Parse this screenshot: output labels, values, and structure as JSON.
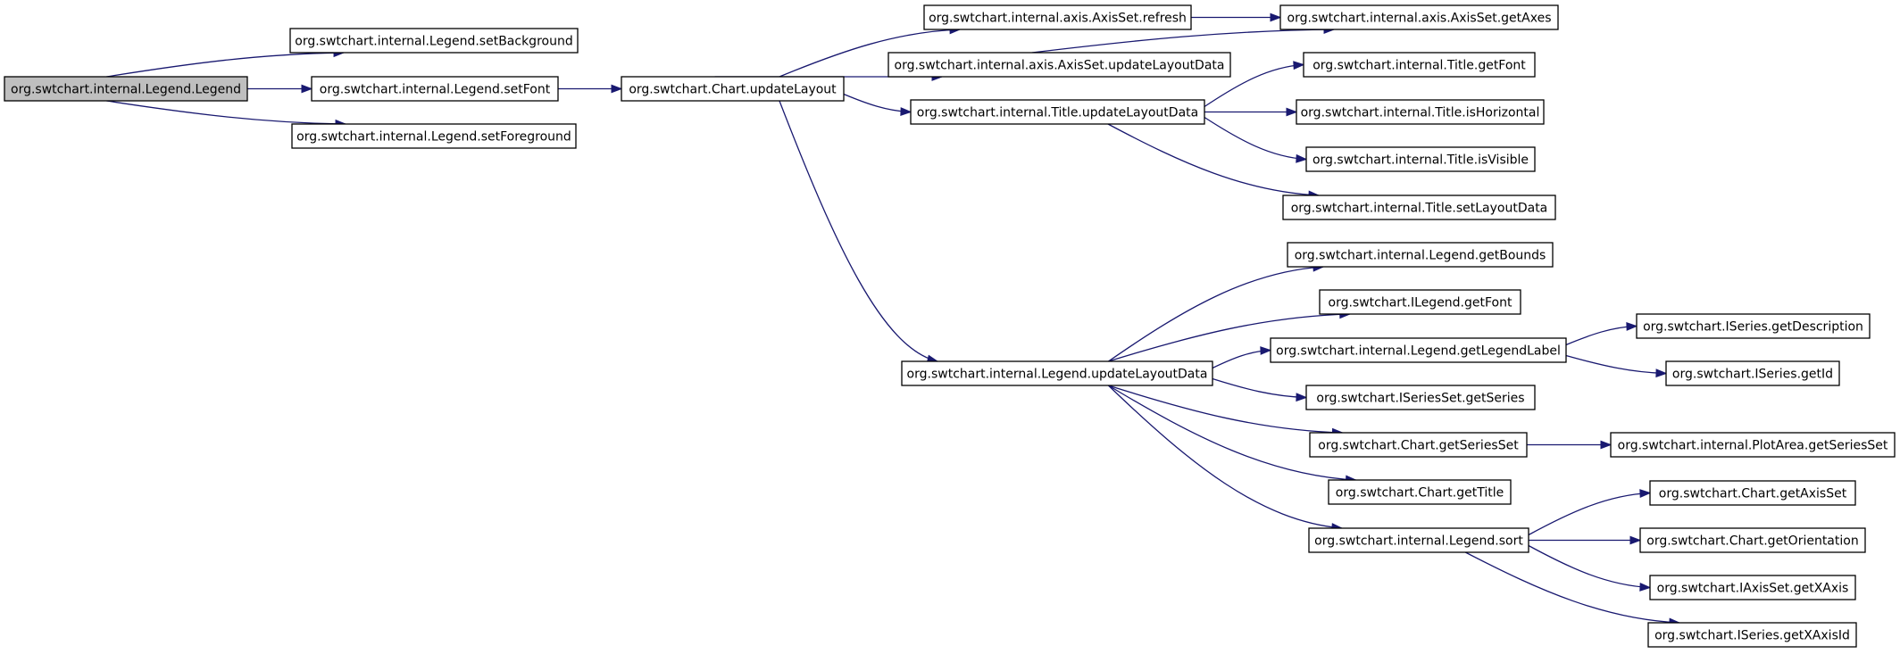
{
  "graph": {
    "colors": {
      "edge": "#191970",
      "root_fill": "#bfbfbf",
      "node_fill": "#ffffff",
      "border": "#000000"
    },
    "nodes": [
      {
        "id": "n0",
        "label": "org.swtchart.internal.Legend.Legend",
        "root": true
      },
      {
        "id": "n1",
        "label": "org.swtchart.internal.Legend.setBackground"
      },
      {
        "id": "n2",
        "label": "org.swtchart.internal.Legend.setFont"
      },
      {
        "id": "n3",
        "label": "org.swtchart.internal.Legend.setForeground"
      },
      {
        "id": "n4",
        "label": "org.swtchart.Chart.updateLayout"
      },
      {
        "id": "n5",
        "label": "org.swtchart.internal.axis.AxisSet.refresh"
      },
      {
        "id": "n6",
        "label": "org.swtchart.internal.axis.AxisSet.updateLayoutData"
      },
      {
        "id": "n7",
        "label": "org.swtchart.internal.Title.updateLayoutData"
      },
      {
        "id": "n8",
        "label": "org.swtchart.internal.Legend.updateLayoutData"
      },
      {
        "id": "n9",
        "label": "org.swtchart.internal.axis.AxisSet.getAxes"
      },
      {
        "id": "n10",
        "label": "org.swtchart.internal.Title.getFont"
      },
      {
        "id": "n11",
        "label": "org.swtchart.internal.Title.isHorizontal"
      },
      {
        "id": "n12",
        "label": "org.swtchart.internal.Title.isVisible"
      },
      {
        "id": "n13",
        "label": "org.swtchart.internal.Title.setLayoutData"
      },
      {
        "id": "n14",
        "label": "org.swtchart.internal.Legend.getBounds"
      },
      {
        "id": "n15",
        "label": "org.swtchart.ILegend.getFont"
      },
      {
        "id": "n16",
        "label": "org.swtchart.internal.Legend.getLegendLabel"
      },
      {
        "id": "n17",
        "label": "org.swtchart.ISeriesSet.getSeries"
      },
      {
        "id": "n18",
        "label": "org.swtchart.Chart.getSeriesSet"
      },
      {
        "id": "n19",
        "label": "org.swtchart.Chart.getTitle"
      },
      {
        "id": "n20",
        "label": "org.swtchart.internal.Legend.sort"
      },
      {
        "id": "n21",
        "label": "org.swtchart.ISeries.getDescription"
      },
      {
        "id": "n22",
        "label": "org.swtchart.ISeries.getId"
      },
      {
        "id": "n23",
        "label": "org.swtchart.internal.PlotArea.getSeriesSet"
      },
      {
        "id": "n24",
        "label": "org.swtchart.Chart.getAxisSet"
      },
      {
        "id": "n25",
        "label": "org.swtchart.Chart.getOrientation"
      },
      {
        "id": "n26",
        "label": "org.swtchart.IAxisSet.getXAxis"
      },
      {
        "id": "n27",
        "label": "org.swtchart.ISeries.getXAxisId"
      }
    ],
    "edges": [
      [
        "n0",
        "n1"
      ],
      [
        "n0",
        "n2"
      ],
      [
        "n0",
        "n3"
      ],
      [
        "n2",
        "n4"
      ],
      [
        "n4",
        "n5"
      ],
      [
        "n4",
        "n6"
      ],
      [
        "n4",
        "n7"
      ],
      [
        "n4",
        "n8"
      ],
      [
        "n5",
        "n9"
      ],
      [
        "n6",
        "n9"
      ],
      [
        "n7",
        "n10"
      ],
      [
        "n7",
        "n11"
      ],
      [
        "n7",
        "n12"
      ],
      [
        "n7",
        "n13"
      ],
      [
        "n8",
        "n14"
      ],
      [
        "n8",
        "n15"
      ],
      [
        "n8",
        "n16"
      ],
      [
        "n8",
        "n17"
      ],
      [
        "n8",
        "n18"
      ],
      [
        "n8",
        "n19"
      ],
      [
        "n8",
        "n20"
      ],
      [
        "n16",
        "n21"
      ],
      [
        "n16",
        "n22"
      ],
      [
        "n18",
        "n23"
      ],
      [
        "n20",
        "n24"
      ],
      [
        "n20",
        "n25"
      ],
      [
        "n20",
        "n26"
      ],
      [
        "n20",
        "n27"
      ]
    ]
  }
}
